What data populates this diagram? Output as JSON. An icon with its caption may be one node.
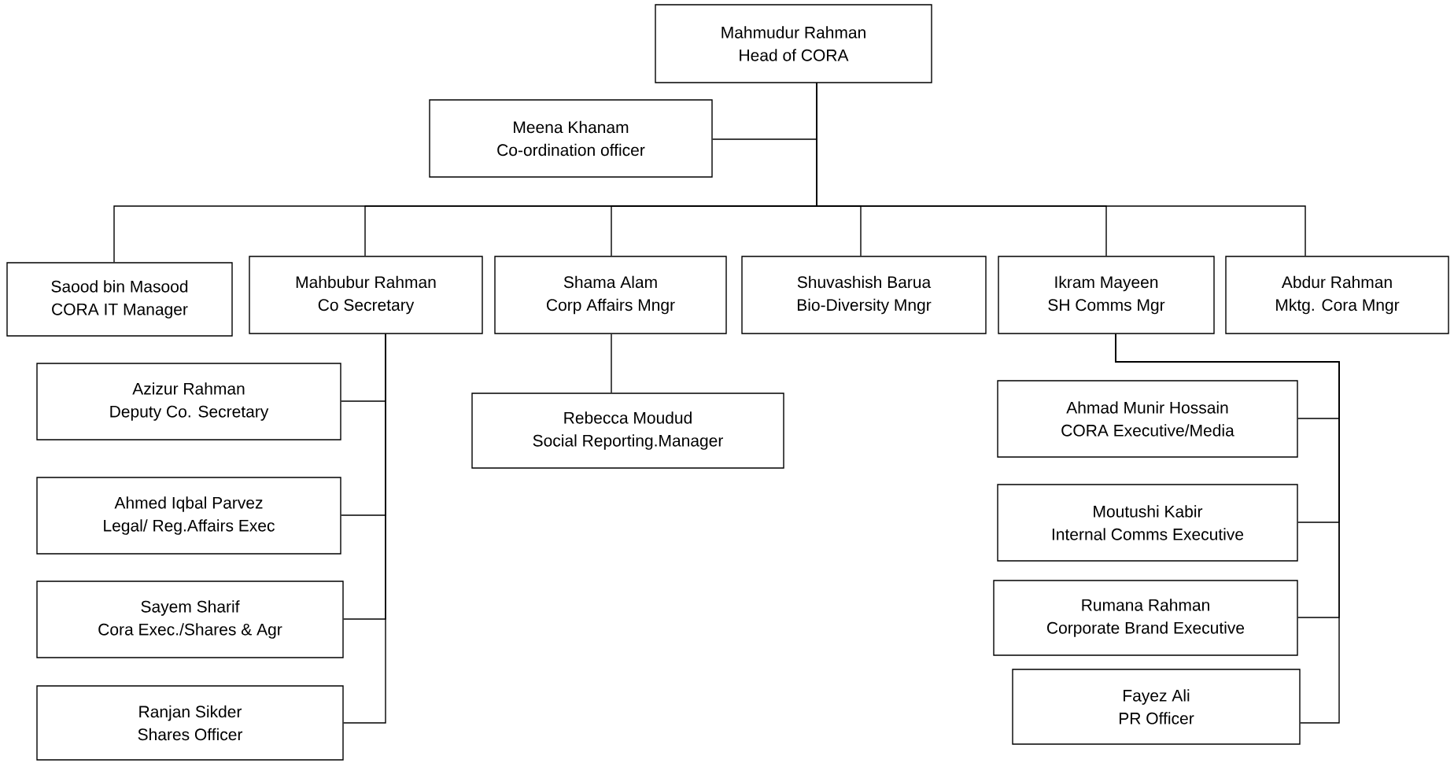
{
  "diagram": {
    "nodes": [
      {
        "text": [
          "Mahmudur Rahman",
          "Head of CORA"
        ]
      },
      {
        "text": [
          "Meena Khanam",
          "Co-ordination officer"
        ]
      },
      {
        "text": [
          "Saood bin Masood",
          "CORA IT Manager"
        ]
      },
      {
        "text": [
          "Mahbubur Rahman",
          "Co Secretary"
        ]
      },
      {
        "text": [
          "Shama Alam",
          "Corp Affairs Mngr"
        ]
      },
      {
        "text": [
          "Shuvashish Barua",
          "Bio-Diversity Mngr"
        ]
      },
      {
        "text": [
          "Ikram Mayeen",
          "SH Comms Mgr"
        ]
      },
      {
        "text": [
          "Abdur Rahman",
          "Mktg. Cora Mngr"
        ]
      },
      {
        "text": [
          "Azizur Rahman",
          "Deputy Co. Secretary"
        ]
      },
      {
        "text": [
          "Ahmed Iqbal Parvez",
          "Legal/ Reg.Affairs Exec"
        ]
      },
      {
        "text": [
          "Sayem Sharif",
          "Cora Exec./Shares & Agr"
        ]
      },
      {
        "text": [
          "Ranjan Sikder",
          "Shares Officer"
        ]
      },
      {
        "text": [
          "Rebecca Moudud",
          "Social Reporting.Manager"
        ]
      },
      {
        "text": [
          "Ahmad Munir Hossain",
          "CORA Executive/Media"
        ]
      },
      {
        "text": [
          "Moutushi Kabir",
          "Internal Comms Executive"
        ]
      },
      {
        "text": [
          "Rumana Rahman",
          "Corporate Brand Executive"
        ]
      },
      {
        "text": [
          "Fayez Ali",
          "PR Officer"
        ]
      }
    ],
    "edges": [
      {
        "from": 0,
        "to": 1,
        "arrow": "none"
      },
      {
        "from": 0,
        "to": 2,
        "arrow": "none"
      },
      {
        "from": 0,
        "to": 3,
        "arrow": "none"
      },
      {
        "from": 0,
        "to": 4,
        "arrow": "none"
      },
      {
        "from": 0,
        "to": 5,
        "arrow": "none"
      },
      {
        "from": 0,
        "to": 6,
        "arrow": "none"
      },
      {
        "from": 0,
        "to": 7,
        "arrow": "none"
      },
      {
        "from": 3,
        "to": 8,
        "arrow": "none"
      },
      {
        "from": 3,
        "to": 9,
        "arrow": "none"
      },
      {
        "from": 3,
        "to": 10,
        "arrow": "none"
      },
      {
        "from": 3,
        "to": 11,
        "arrow": "none"
      },
      {
        "from": 4,
        "to": 12,
        "arrow": "none"
      },
      {
        "from": 6,
        "to": 13,
        "arrow": "none"
      },
      {
        "from": 6,
        "to": 14,
        "arrow": "none"
      },
      {
        "from": 6,
        "to": 15,
        "arrow": "none"
      },
      {
        "from": 6,
        "to": 16,
        "arrow": "none"
      }
    ]
  }
}
